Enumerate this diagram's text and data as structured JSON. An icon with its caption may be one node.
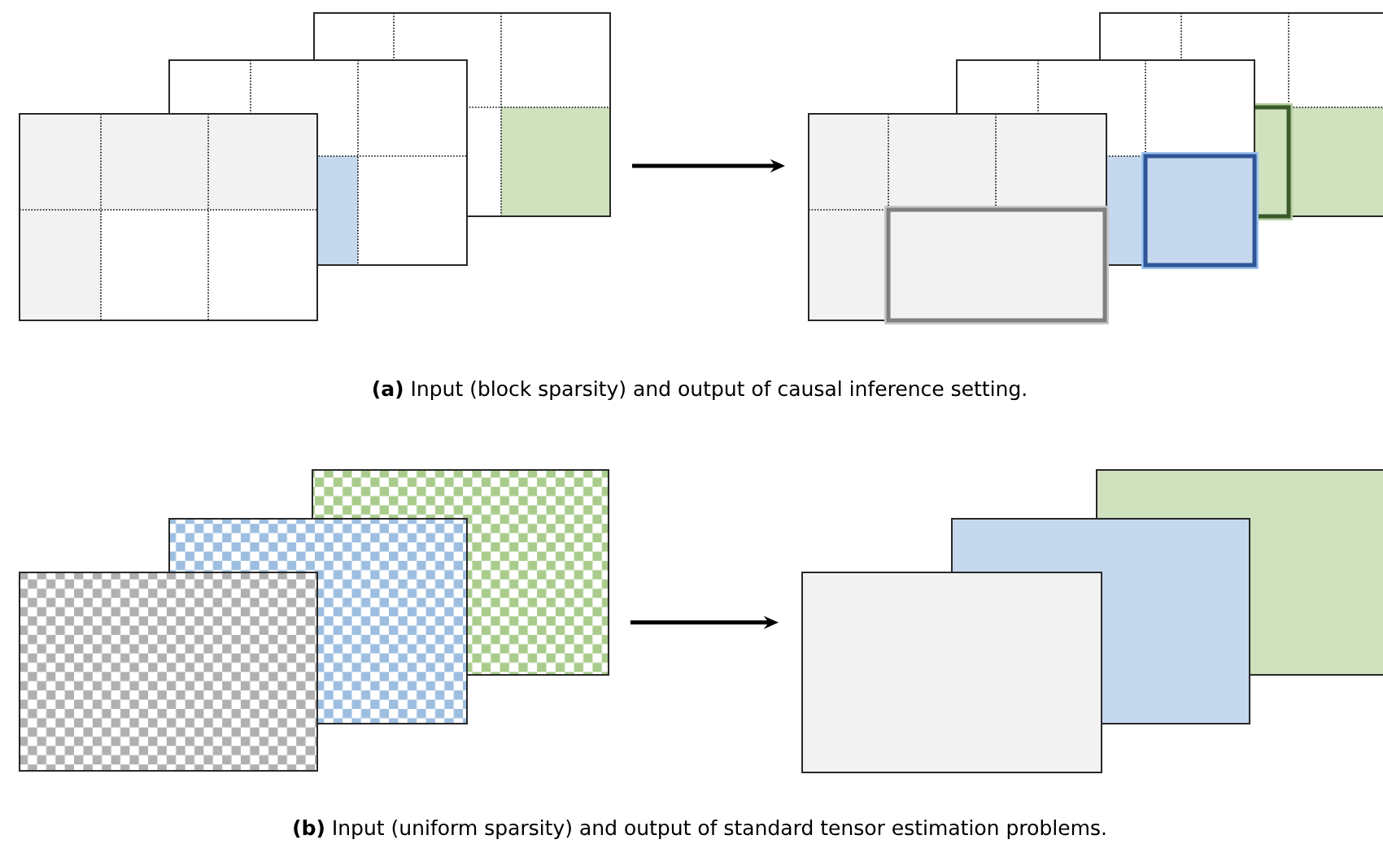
{
  "diagram": {
    "nodes": [
      {
        "text": [],
        "shape": "box"
      },
      {
        "text": [],
        "shape": "box"
      },
      {
        "text": [],
        "shape": "box"
      },
      {
        "text": [],
        "shape": "box"
      },
      {
        "text": [],
        "shape": "box"
      },
      {
        "text": [],
        "shape": "box"
      },
      {
        "text": [],
        "shape": "box"
      },
      {
        "text": [],
        "shape": "box"
      },
      {
        "text": [],
        "shape": "box"
      },
      {
        "text": [],
        "shape": "box"
      },
      {
        "text": [],
        "shape": "box"
      },
      {
        "text": [],
        "shape": "box"
      }
    ],
    "edges": [
      {
        "from": 2,
        "to": 3,
        "arrow": "to"
      },
      {
        "from": 8,
        "to": 9,
        "arrow": "to"
      }
    ],
    "labels": [
      "**(a)** Input (block sparsity) and output of causal inference setting.",
      "**(b)** Input (uniform sparsity) and output of standard tensor estimation problems."
    ]
  }
}
